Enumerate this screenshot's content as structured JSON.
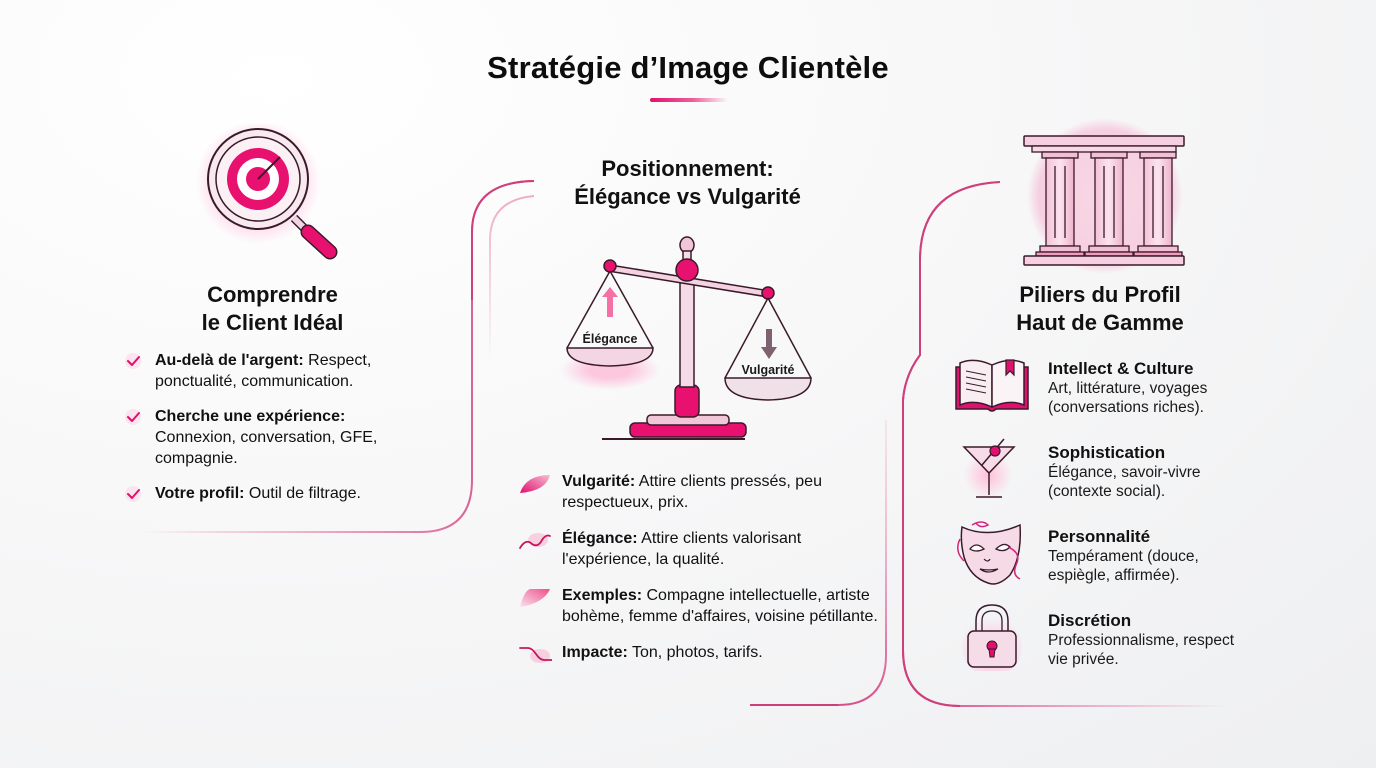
{
  "header": {
    "title": "Stratégie d’Image Clientèle"
  },
  "colors": {
    "accent": "#e0106e",
    "accent_light": "#f5b3cf",
    "outline": "#3a1a2a",
    "background": "#f4f4f5"
  },
  "left_section": {
    "title_line1": "Comprendre",
    "title_line2": "le Client Idéal",
    "icon": "magnifier-target-icon",
    "items": [
      {
        "icon": "check-icon",
        "label": "Au-delà de l'argent:",
        "text": " Respect, ponctualité, communication."
      },
      {
        "icon": "check-icon",
        "label": "Cherche une expérience:",
        "text": " Connexion, conversation, GFE, compagnie."
      },
      {
        "icon": "check-icon",
        "label": "Votre profil:",
        "text": " Outil de filtrage."
      }
    ]
  },
  "middle_section": {
    "title_line1": "Positionnement:",
    "title_line2": "Élégance vs Vulgarité",
    "icon": "balance-scale-icon",
    "scale": {
      "left_pan_label": "Élégance",
      "right_pan_label": "Vulgarité"
    },
    "items": [
      {
        "icon": "brush-stroke-icon",
        "label": "Vulgarité:",
        "text": " Attire clients pressés, peu respectueux, prix."
      },
      {
        "icon": "wave-stroke-icon",
        "label": "Élégance:",
        "text": " Attire clients valorisant l'expérience, la qualité."
      },
      {
        "icon": "brush-stroke-icon",
        "label": "Exemples:",
        "text": " Compagne intellectuelle, artiste bohème, femme d'affaires, voisine pétillante."
      },
      {
        "icon": "step-curve-icon",
        "label": "Impacte:",
        "text": " Ton, photos, tarifs."
      }
    ]
  },
  "right_section": {
    "title_line1": "Piliers du Profil",
    "title_line2": "Haut de Gamme",
    "icon": "pillars-icon",
    "items": [
      {
        "icon": "book-icon",
        "title": "Intellect & Culture",
        "desc_line1": "Art, littérature, voyages",
        "desc_line2": "(conversations riches)."
      },
      {
        "icon": "cocktail-icon",
        "title": "Sophistication",
        "desc_line1": "Élégance, savoir-vivre",
        "desc_line2": "(contexte social)."
      },
      {
        "icon": "theater-mask-icon",
        "title": "Personnalité",
        "desc_line1": "Tempérament (douce,",
        "desc_line2": "espiègle, affirmée)."
      },
      {
        "icon": "padlock-icon",
        "title": "Discrétion",
        "desc_line1": "Professionnalisme, respect",
        "desc_line2": "vie privée."
      }
    ]
  }
}
